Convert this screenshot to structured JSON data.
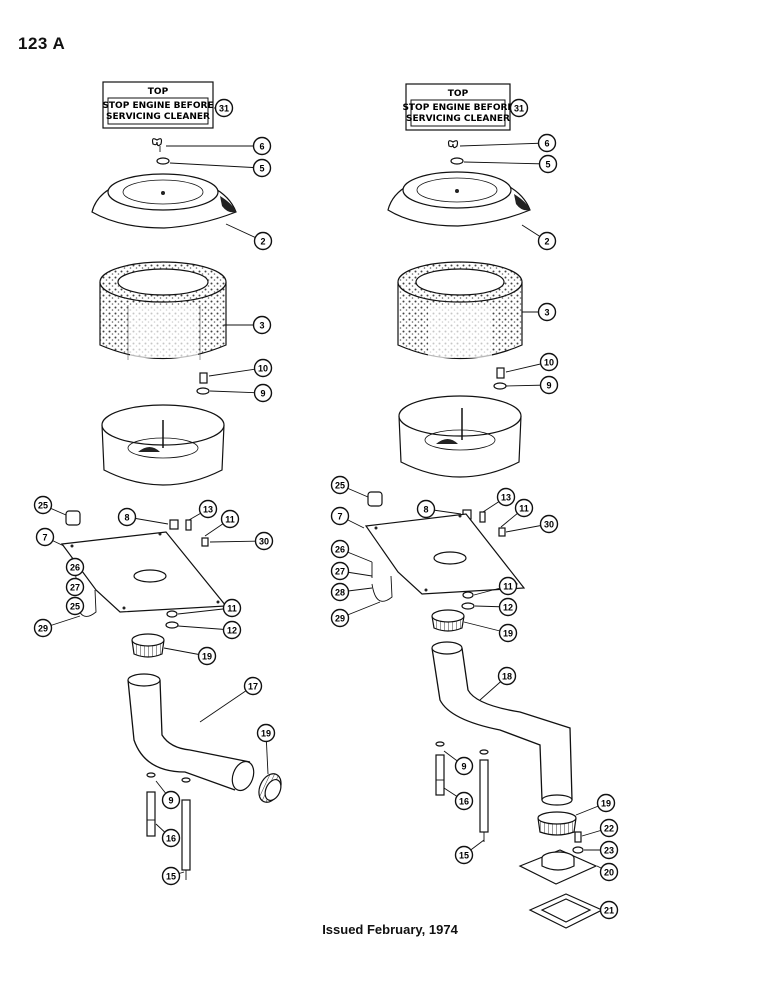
{
  "page": {
    "number": "123 A",
    "footer": "Issued February, 1974"
  },
  "decal": {
    "title": "TOP",
    "line1": "STOP ENGINE BEFORE",
    "line2": "SERVICING CLEANER"
  },
  "callouts_left": [
    "31",
    "6",
    "5",
    "2",
    "3",
    "10",
    "9",
    "25",
    "8",
    "13",
    "11",
    "7",
    "30",
    "26",
    "27",
    "25",
    "29",
    "11",
    "12",
    "19",
    "17",
    "19",
    "9",
    "16",
    "15"
  ],
  "callouts_right": [
    "31",
    "6",
    "5",
    "2",
    "3",
    "10",
    "9",
    "25",
    "8",
    "13",
    "11",
    "7",
    "30",
    "26",
    "27",
    "28",
    "29",
    "11",
    "12",
    "19",
    "18",
    "9",
    "16",
    "15",
    "19",
    "22",
    "23",
    "20",
    "21"
  ]
}
